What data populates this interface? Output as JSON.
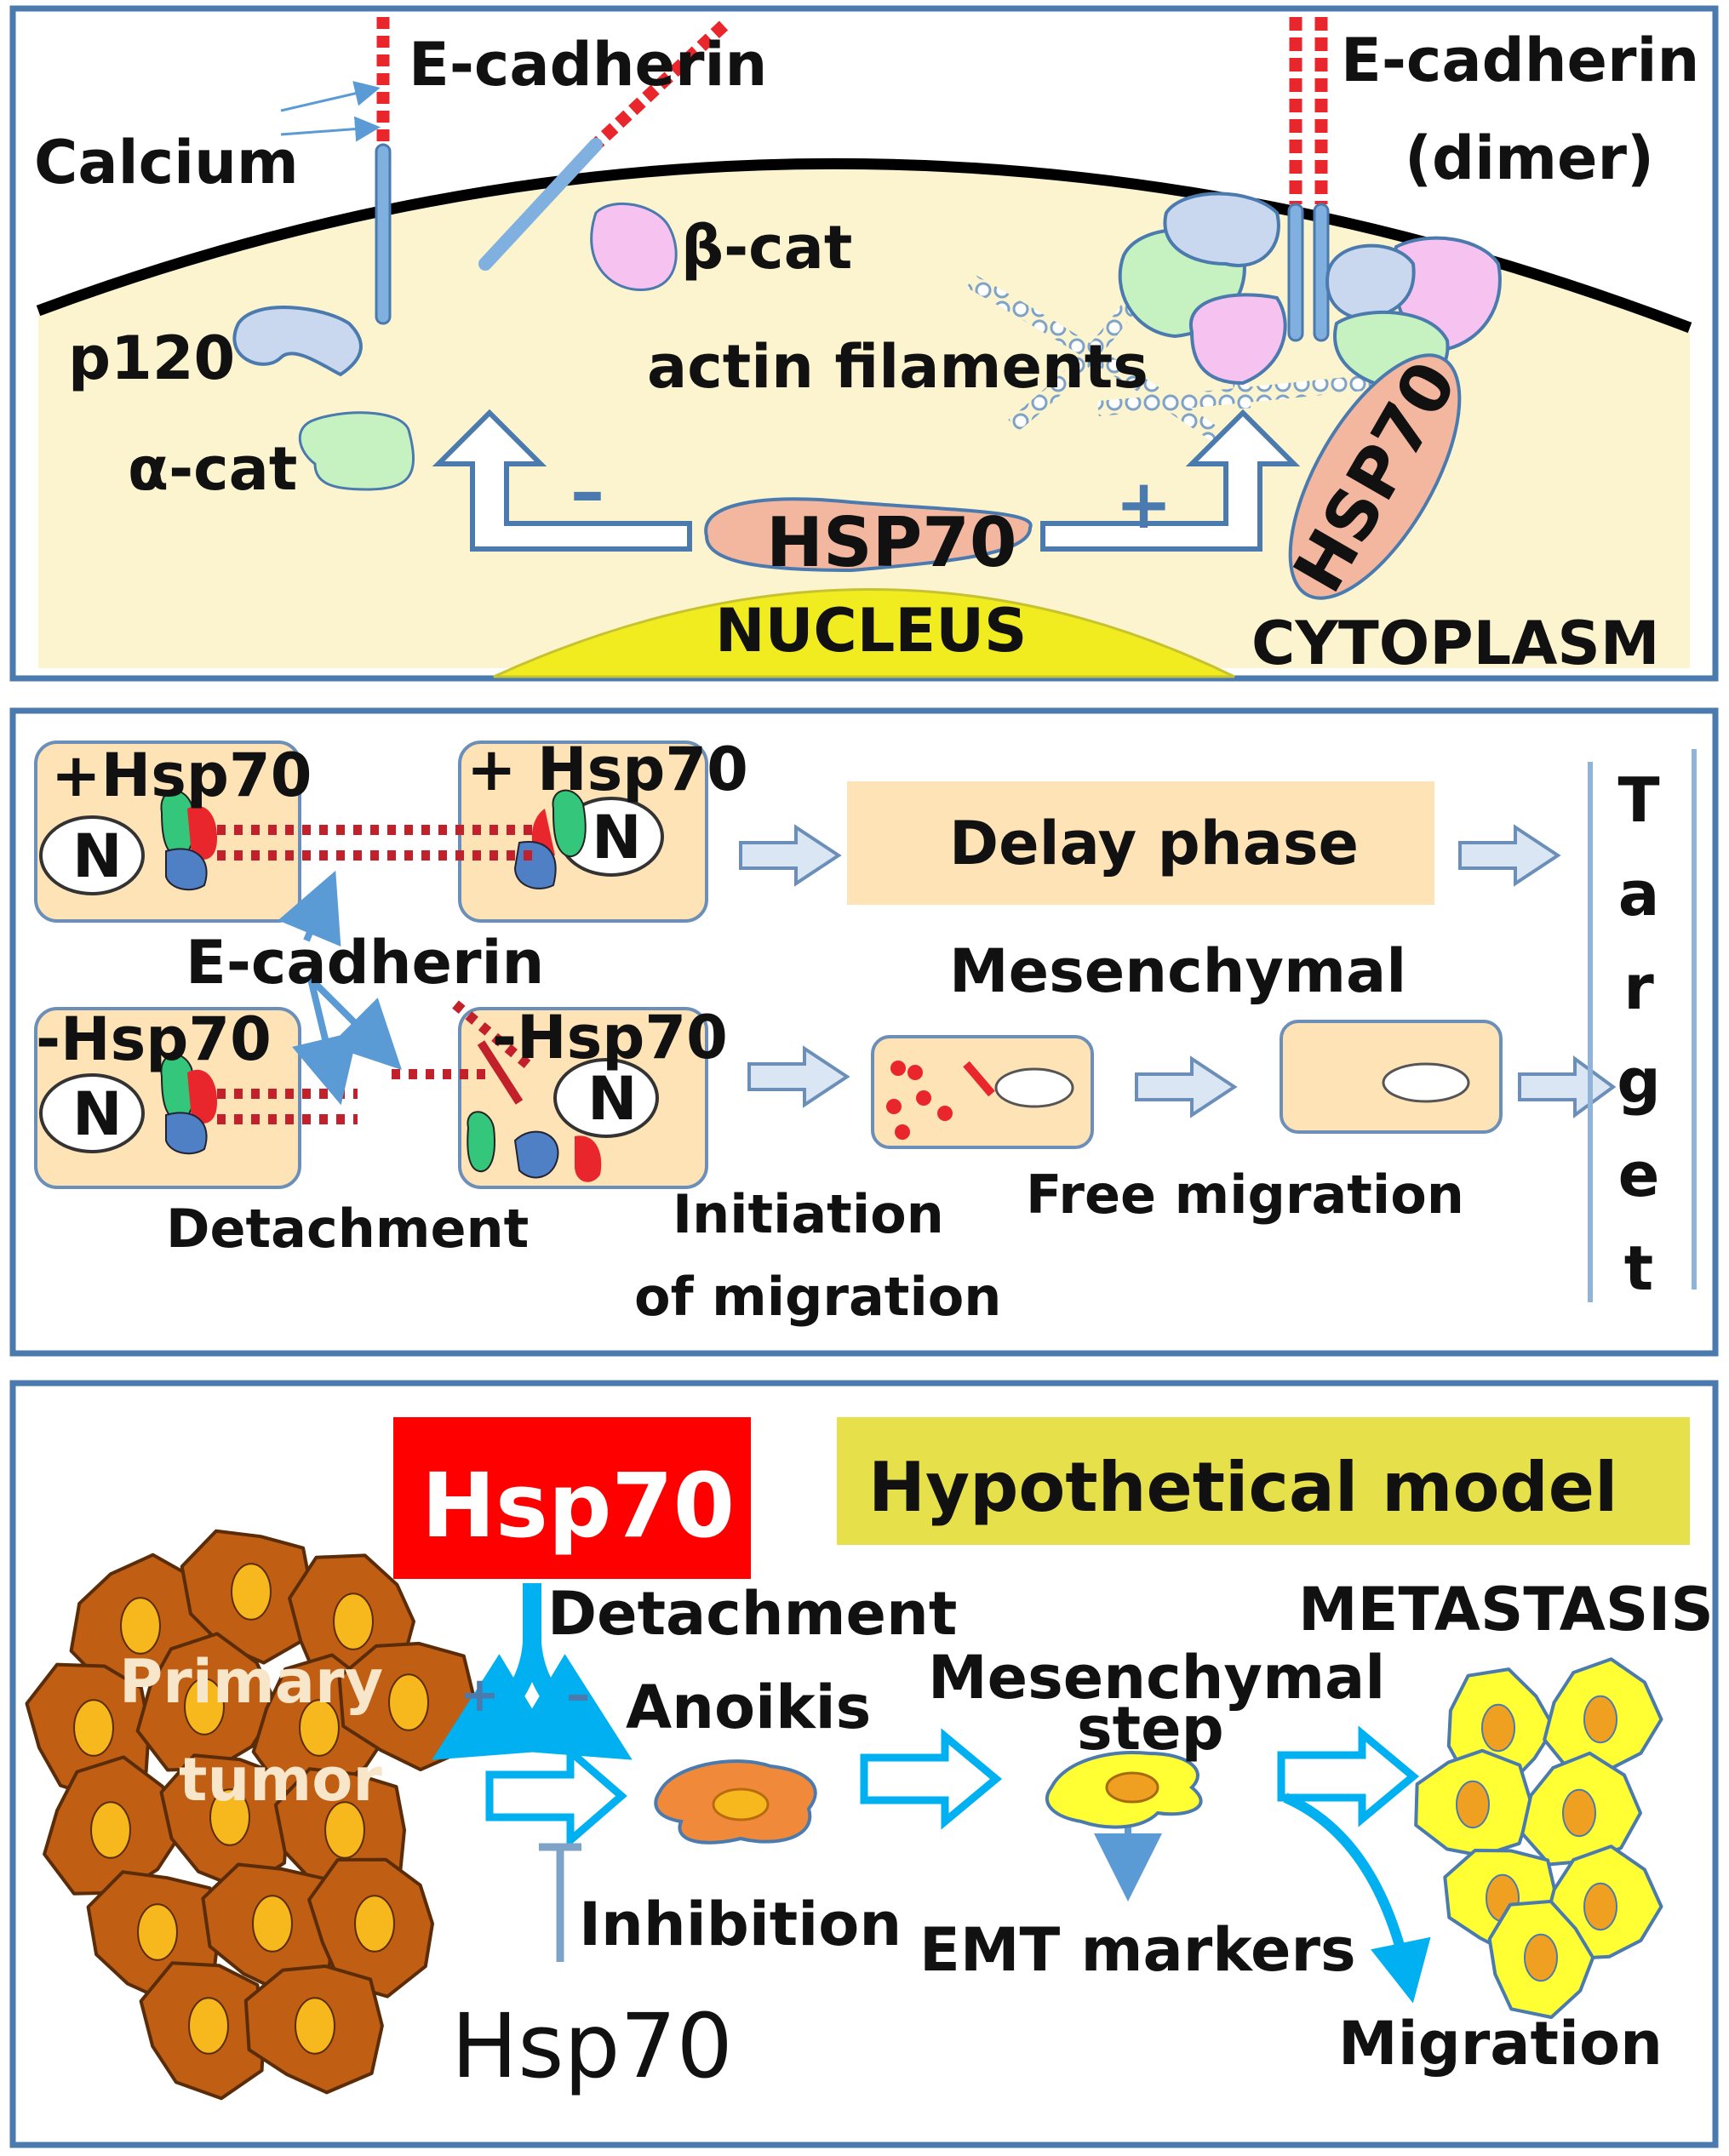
{
  "colors": {
    "frame": "#4a7aae",
    "cytoplasm": "#fbf4cf",
    "nucleus": "#f0ec1f",
    "cell_box": "#fde3b6",
    "delay_box": "#fde3b6",
    "hsp70_red": "#ff0000",
    "hyp_box": "#e6e04a",
    "arrow_blue": "#00b0f0",
    "membrane": "#000000",
    "hsp70_protein": "#f3b79f",
    "p120": "#c9d8ee",
    "alpha_cat": "#c6f2c2",
    "beta_cat": "#f6c2f0",
    "tumor_cell": "#c05e14",
    "tumor_nucleus": "#f7b81d",
    "migrating_cell": "#f08a3a",
    "mesenchymal_cell": "#ffff33"
  },
  "panel1": {
    "e_cadherin": "E-cadherin",
    "calcium": "Calcium",
    "e_cadherin_dimer_line1": "E-cadherin",
    "e_cadherin_dimer_line2": "(dimer)",
    "beta_cat": "β-cat",
    "p120": "p120",
    "actin": "actin filaments",
    "alpha_cat": "α-cat",
    "minus": "–",
    "plus": "+",
    "hsp70_center": "HSP70",
    "hsp70_right": "HSP70",
    "nucleus": "NUCLEUS",
    "cytoplasm": "CYTOPLASM"
  },
  "panel2": {
    "plus_hsp70_left": "+Hsp70",
    "plus_hsp70_right": "+ Hsp70",
    "minus_hsp70_left": "-Hsp70",
    "minus_hsp70_right": "-Hsp70",
    "nucleus_label": "N",
    "e_cadherin": "E-cadherin",
    "delay_phase": "Delay phase",
    "mesenchymal": "Mesenchymal",
    "detachment": "Detachment",
    "initiation_line1": "Initiation",
    "initiation_line2": "of migration",
    "free_migration": "Free migration",
    "target_letters": [
      "T",
      "a",
      "r",
      "g",
      "e",
      "t"
    ]
  },
  "panel3": {
    "hsp70_top": "Hsp70",
    "hypothetical": "Hypothetical model",
    "detachment": "Detachment",
    "metastasis": "METASTASIS",
    "primary_line1": "Primary",
    "primary_line2": "tumor",
    "plus": "+",
    "minus": "–",
    "anoikis": "Anoikis",
    "mesenchymal_line1": "Mesenchymal",
    "mesenchymal_line2": "step",
    "inhibition": "Inhibition",
    "emt": "EMT markers",
    "hsp70_bottom": "Hsp70",
    "migration": "Migration"
  }
}
